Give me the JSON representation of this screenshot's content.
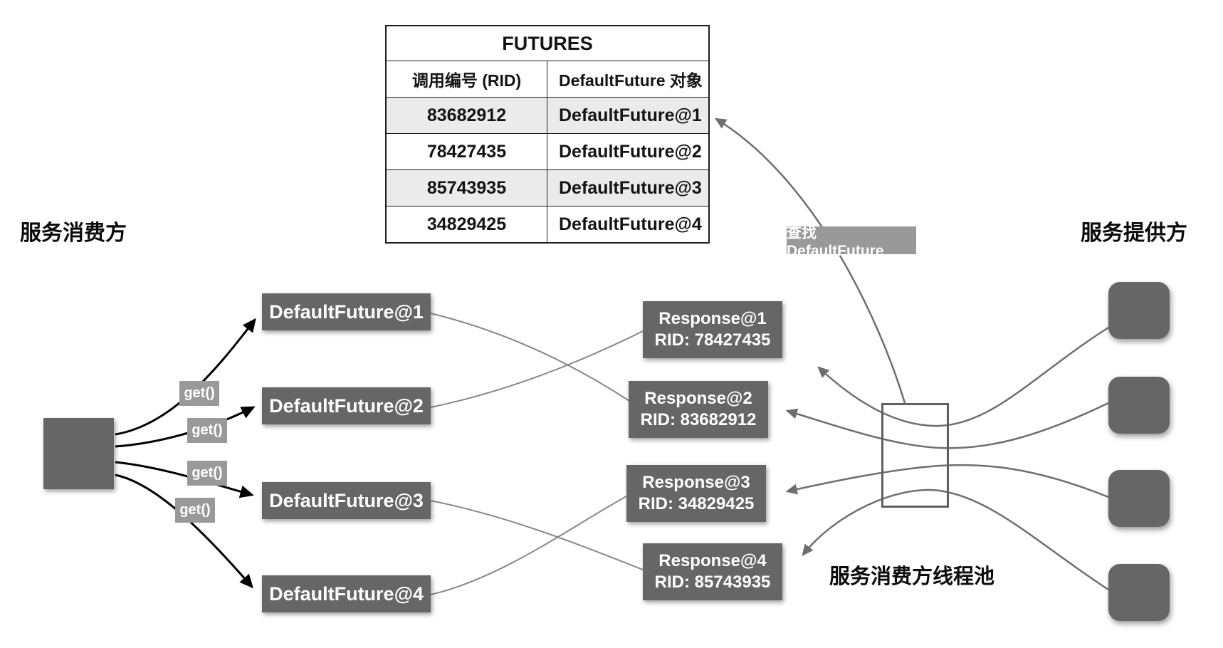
{
  "labels": {
    "consumer": "服务消费方",
    "provider": "服务提供方",
    "thread_pool": "服务消费方线程池",
    "lookup": "查找 DefaultFuture",
    "get_call": "get()"
  },
  "table": {
    "title": "FUTURES",
    "columns": [
      "调用编号 (RID)",
      "DefaultFuture 对象"
    ],
    "rows": [
      {
        "rid": "83682912",
        "future": "DefaultFuture@1"
      },
      {
        "rid": "78427435",
        "future": "DefaultFuture@2"
      },
      {
        "rid": "85743935",
        "future": "DefaultFuture@3"
      },
      {
        "rid": "34829425",
        "future": "DefaultFuture@4"
      }
    ]
  },
  "future_boxes": [
    {
      "label": "DefaultFuture@1"
    },
    {
      "label": "DefaultFuture@2"
    },
    {
      "label": "DefaultFuture@3"
    },
    {
      "label": "DefaultFuture@4"
    }
  ],
  "response_boxes": [
    {
      "title": "Response@1",
      "rid": "RID: 78427435"
    },
    {
      "title": "Response@2",
      "rid": "RID: 83682912"
    },
    {
      "title": "Response@3",
      "rid": "RID: 34829425"
    },
    {
      "title": "Response@4",
      "rid": "RID: 85743935"
    }
  ],
  "colors": {
    "box_dark": "#666666",
    "tag_gray": "#999999",
    "row_alt": "#ebebeb",
    "wire_gray": "#777777",
    "wire_black": "#000000"
  }
}
